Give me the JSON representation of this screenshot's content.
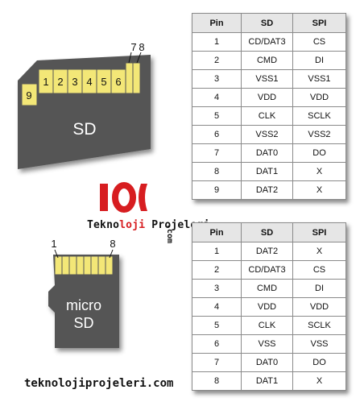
{
  "sd_card": {
    "label": "SD",
    "pins": [
      "1",
      "2",
      "3",
      "4",
      "5",
      "6"
    ],
    "pin_7": "7",
    "pin_8": "8",
    "pin_9": "9"
  },
  "micro_card": {
    "label_line1": "micro",
    "label_line2": "SD",
    "pin_first": "1",
    "pin_last": "8"
  },
  "logo": {
    "prefix": "Tekno",
    "highlight": "loji",
    "suffix": " Projeleri",
    "tld": ".com"
  },
  "footer_text": "teknolojiprojeleri.com",
  "sd_table": {
    "headers": [
      "Pin",
      "SD",
      "SPI"
    ],
    "rows": [
      [
        "1",
        "CD/DAT3",
        "CS"
      ],
      [
        "2",
        "CMD",
        "DI"
      ],
      [
        "3",
        "VSS1",
        "VSS1"
      ],
      [
        "4",
        "VDD",
        "VDD"
      ],
      [
        "5",
        "CLK",
        "SCLK"
      ],
      [
        "6",
        "VSS2",
        "VSS2"
      ],
      [
        "7",
        "DAT0",
        "DO"
      ],
      [
        "8",
        "DAT1",
        "X"
      ],
      [
        "9",
        "DAT2",
        "X"
      ]
    ]
  },
  "micro_table": {
    "headers": [
      "Pin",
      "SD",
      "SPI"
    ],
    "rows": [
      [
        "1",
        "DAT2",
        "X"
      ],
      [
        "2",
        "CD/DAT3",
        "CS"
      ],
      [
        "3",
        "CMD",
        "DI"
      ],
      [
        "4",
        "VDD",
        "VDD"
      ],
      [
        "5",
        "CLK",
        "SCLK"
      ],
      [
        "6",
        "VSS",
        "VSS"
      ],
      [
        "7",
        "DAT0",
        "DO"
      ],
      [
        "8",
        "DAT1",
        "X"
      ]
    ]
  },
  "colors": {
    "card_body": "#555555",
    "pin_yellow": "#f3e777",
    "logo_red": "#d71d20",
    "header_gray": "#e6e6e6"
  }
}
